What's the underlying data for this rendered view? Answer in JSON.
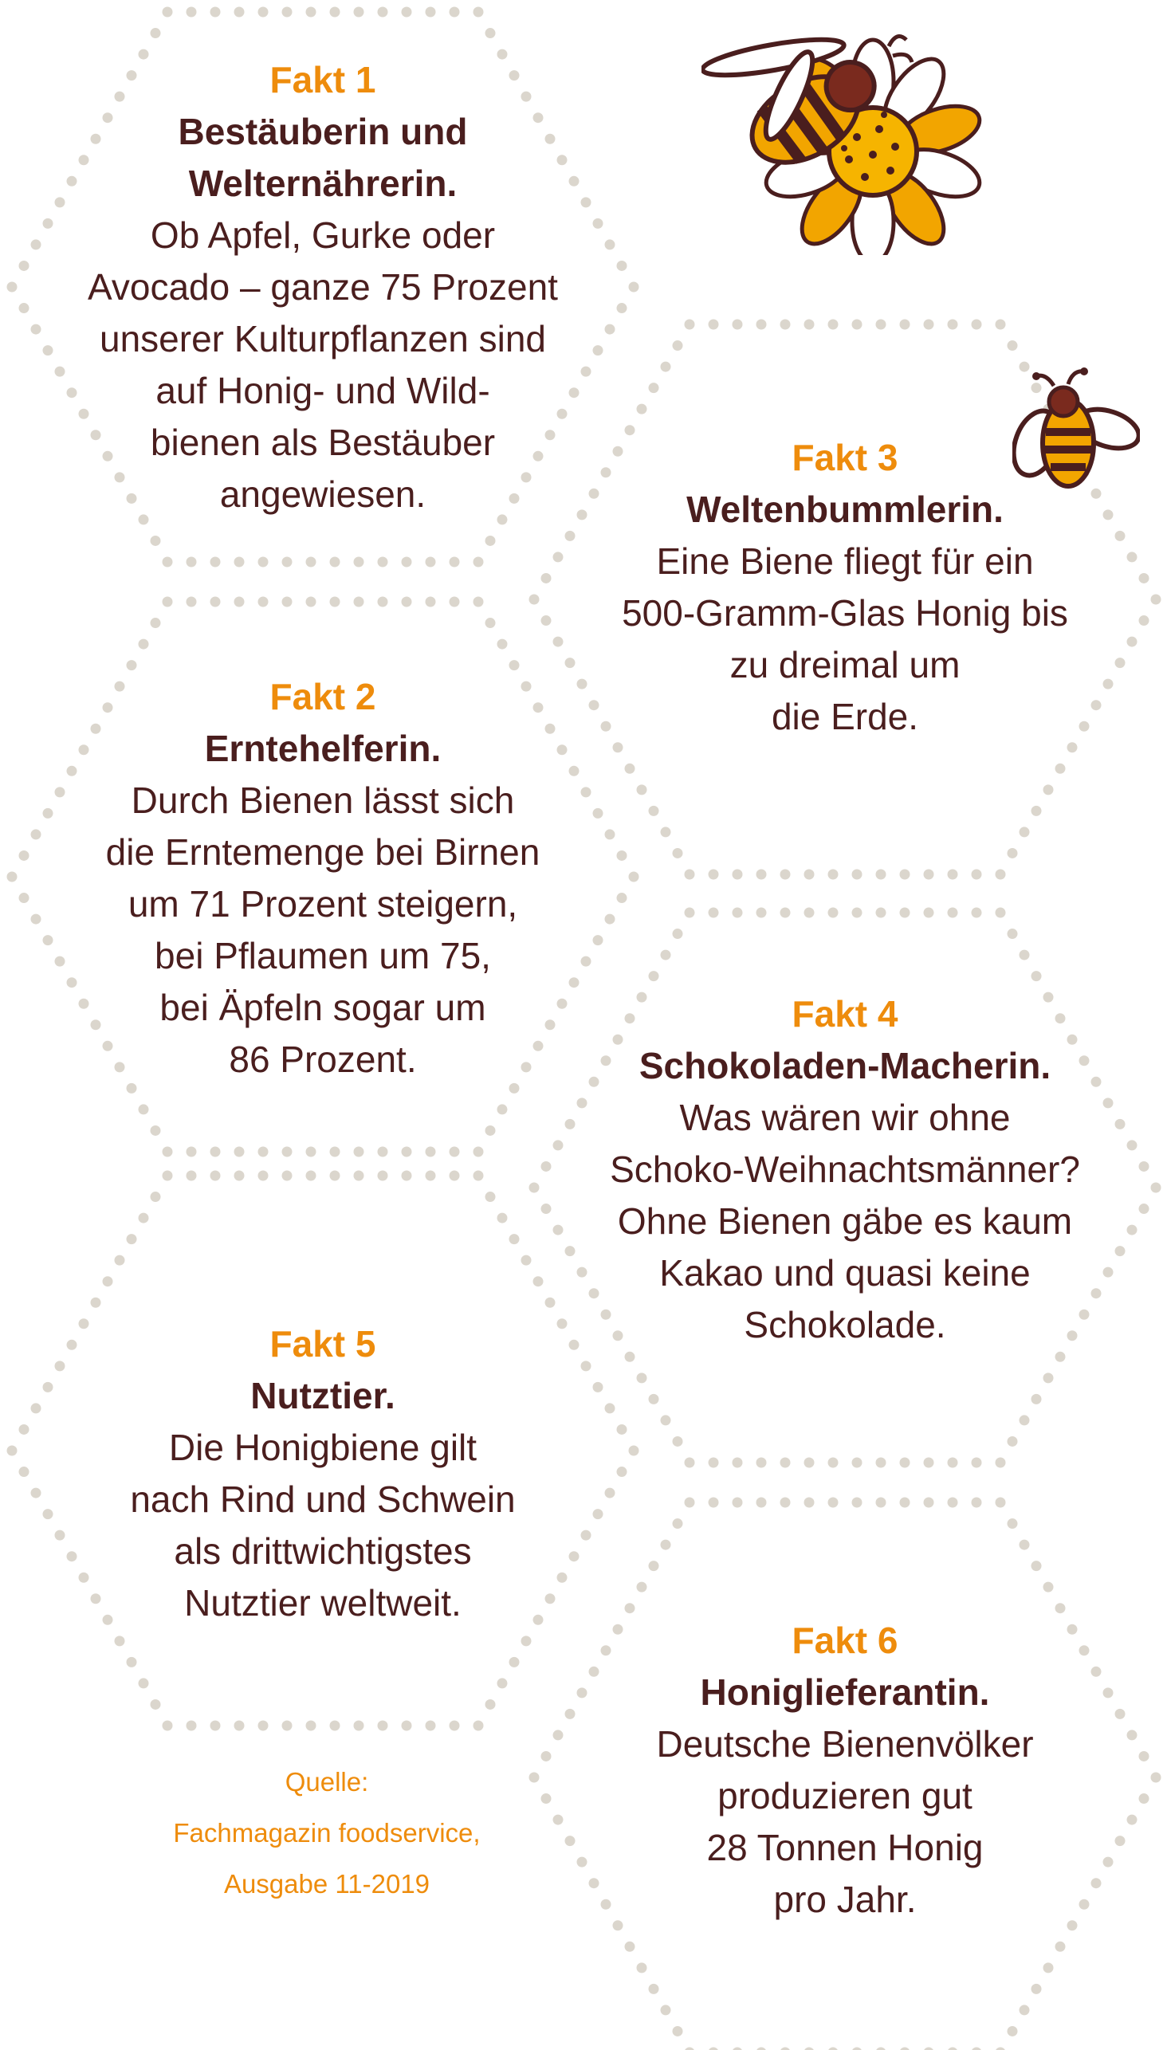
{
  "colors": {
    "accent": "#ee8c0c",
    "text": "#4a1e1e",
    "dots": "#dbd6cd"
  },
  "facts": [
    {
      "num": "Fakt 1",
      "title": "Bestäuberin und\nWelternährerin.",
      "body": "Ob Apfel, Gurke oder\nAvocado – ganze 75 Prozent\nunserer Kulturpflanzen sind\nauf Honig- und Wild-\nbienen als Bestäuber\nangewiesen."
    },
    {
      "num": "Fakt 2",
      "title": "Erntehelferin.",
      "body": "Durch Bienen lässt sich\ndie Erntemenge bei Birnen\num 71 Prozent steigern,\nbei Pflaumen um 75,\nbei Äpfeln sogar um\n86 Prozent."
    },
    {
      "num": "Fakt 3",
      "title": "Weltenbummlerin.",
      "body": "Eine Biene fliegt für ein\n500-Gramm-Glas Honig bis\nzu dreimal um\ndie Erde."
    },
    {
      "num": "Fakt 4",
      "title": "Schokoladen-Macherin.",
      "body": "Was wären wir ohne\nSchoko-Weihnachtsmänner?\nOhne Bienen gäbe es kaum\nKakao und quasi keine\nSchokolade."
    },
    {
      "num": "Fakt 5",
      "title": "Nutztier.",
      "body": "Die Honigbiene gilt\nnach Rind und Schwein\nals drittwichtigstes\nNutztier weltweit."
    },
    {
      "num": "Fakt 6",
      "title": "Honiglieferantin.",
      "body": "Deutsche Bienenvölker\nproduzieren gut\n28 Tonnen Honig\npro Jahr."
    }
  ],
  "source": {
    "label": "Quelle:",
    "line1": "Fachmagazin foodservice,",
    "line2": "Ausgabe 11-2019"
  },
  "illustrations": [
    "bee-on-flower-illustration",
    "flying-bee-illustration"
  ]
}
